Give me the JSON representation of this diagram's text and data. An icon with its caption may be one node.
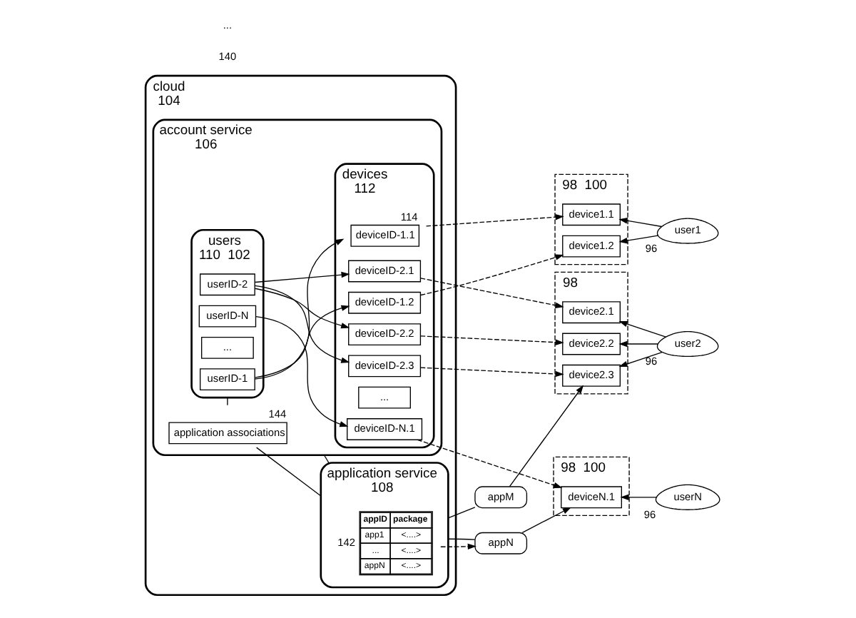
{
  "diagram": {
    "nodes": [
      {
        "text": [
          "cloud"
        ],
        "beside": [
          "104"
        ]
      },
      {
        "text": [
          "account service"
        ],
        "in": 0,
        "beside": [
          "106"
        ]
      },
      {
        "text": [
          "users"
        ],
        "in": 1,
        "beside": [
          "110",
          "102"
        ]
      },
      {
        "text": [
          "userID-1"
        ],
        "in": 2
      },
      {
        "text": [
          "userID-2"
        ],
        "in": 2
      },
      {
        "text": [
          "..."
        ],
        "in": 2
      },
      {
        "text": [
          "userID-N"
        ],
        "in": 2
      },
      {
        "text": [
          "application associations"
        ],
        "in": 1,
        "beside": [
          "144"
        ]
      },
      {
        "text": [
          "devices"
        ],
        "in": 1,
        "beside": [
          "112"
        ]
      },
      {
        "text": [
          "deviceID-1.1"
        ],
        "in": 8,
        "beside": [
          "114"
        ]
      },
      {
        "text": [
          "deviceID-1.2"
        ],
        "in": 8
      },
      {
        "text": [
          "deviceID-2.1"
        ],
        "in": 8
      },
      {
        "text": [
          "deviceID-2.2"
        ],
        "in": 8
      },
      {
        "text": [
          "deviceID-2.3"
        ],
        "in": 8
      },
      {
        "text": [
          "..."
        ],
        "in": 8
      },
      {
        "text": [
          "deviceID-N.1"
        ],
        "in": 8
      },
      {
        "text": [
          "application service"
        ],
        "in": 0,
        "beside": [
          "108"
        ]
      },
      {
        "text": [
          "appID",
          "package",
          "app1",
          "<....>",
          "...",
          "<....>",
          "appN",
          "<....>"
        ],
        "in": 16,
        "beside": [
          "142"
        ]
      },
      {
        "text": [
          "appM"
        ]
      },
      {
        "text": [
          "appN"
        ]
      },
      {
        "text": [],
        "shape": "box",
        "beside": [
          "98",
          "100"
        ]
      },
      {
        "text": [
          "device1.1"
        ],
        "in": 20
      },
      {
        "text": [
          "device1.2"
        ],
        "in": 20
      },
      {
        "text": [],
        "shape": "box",
        "beside": [
          "98"
        ]
      },
      {
        "text": [
          "device2.1"
        ],
        "in": 23
      },
      {
        "text": [
          "device2.2"
        ],
        "in": 23
      },
      {
        "text": [
          "device2.3"
        ],
        "in": 23
      },
      {
        "text": [],
        "shape": "box",
        "beside": [
          "98",
          "100"
        ]
      },
      {
        "text": [
          "deviceN.1"
        ],
        "in": 27
      },
      {
        "text": [
          "user1"
        ],
        "beside": [
          "96"
        ]
      },
      {
        "text": [
          "user2"
        ],
        "beside": [
          "96"
        ]
      },
      {
        "text": [
          "userN"
        ],
        "beside": [
          "96"
        ]
      }
    ],
    "edges": [
      {
        "from": 3,
        "to": 9,
        "arrow": "to"
      },
      {
        "from": 3,
        "to": 10,
        "arrow": "to"
      },
      {
        "from": 4,
        "to": 11,
        "arrow": "to"
      },
      {
        "from": 4,
        "to": 12,
        "arrow": "to"
      },
      {
        "from": 4,
        "to": 13,
        "arrow": "to"
      },
      {
        "from": 6,
        "to": 15,
        "arrow": "to"
      },
      {
        "from": 2,
        "to": 7,
        "arrow": "none"
      },
      {
        "from": 1,
        "to": 16,
        "arrow": "none"
      },
      {
        "from": 7,
        "to": 16,
        "arrow": "none"
      },
      {
        "from": 9,
        "to": 21,
        "arrow": "to",
        "style": "dashed"
      },
      {
        "from": 10,
        "to": 22,
        "arrow": "to",
        "style": "dashed"
      },
      {
        "from": 11,
        "to": 24,
        "arrow": "to",
        "style": "dashed"
      },
      {
        "from": 12,
        "to": 25,
        "arrow": "to",
        "style": "dashed"
      },
      {
        "from": 13,
        "to": 26,
        "arrow": "to",
        "style": "dashed"
      },
      {
        "from": 15,
        "to": 28,
        "arrow": "to",
        "style": "dashed"
      },
      {
        "from": 16,
        "to": 18,
        "arrow": "none"
      },
      {
        "from": 18,
        "to": 26,
        "arrow": "to"
      },
      {
        "from": 17,
        "to": 19,
        "arrow": "to",
        "style": "dashed"
      },
      {
        "from": 16,
        "to": 19,
        "arrow": "none"
      },
      {
        "from": 19,
        "to": 28,
        "arrow": "to"
      },
      {
        "from": 29,
        "to": 21,
        "arrow": "to"
      },
      {
        "from": 29,
        "to": 22,
        "arrow": "to"
      },
      {
        "from": 30,
        "to": 24,
        "arrow": "to"
      },
      {
        "from": 30,
        "to": 25,
        "arrow": "to"
      },
      {
        "from": 30,
        "to": 26,
        "arrow": "to"
      },
      {
        "from": 31,
        "to": 28,
        "arrow": "to"
      }
    ],
    "labels": [
      "140",
      "..."
    ]
  }
}
